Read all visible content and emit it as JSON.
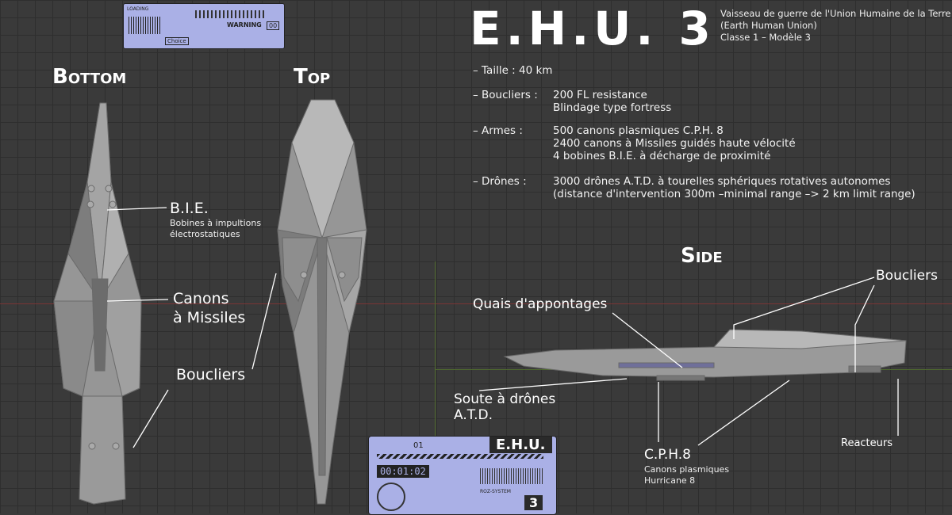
{
  "header": {
    "title": "E.H.U. 3",
    "subtitle_lines": [
      "Vaisseau de guerre de l'Union Humaine de la Terre",
      "(Earth Human Union)",
      "Classe 1 – Modèle 3"
    ]
  },
  "specs": {
    "taille": "– Taille : 40 km",
    "boucliers_key": "– Boucliers :",
    "boucliers_lines": [
      "200 FL resistance",
      "Blindage type fortress"
    ],
    "armes_key": "– Armes :",
    "armes_lines": [
      "500   canons plasmiques C.P.H. 8",
      "2400 canons à Missiles guidés haute vélocité",
      "4 bobines B.I.E. à décharge de proximité"
    ],
    "drones_key": "– Drônes :",
    "drones_lines": [
      "3000 drônes A.T.D. à tourelles sphériques rotatives autonomes",
      "(distance d'intervention 300m –minimal range –> 2 km limit range)"
    ]
  },
  "views": {
    "bottom": "Bottom",
    "top": "Top",
    "side": "Side"
  },
  "labels": {
    "bie_title": "B.I.E.",
    "bie_desc": [
      "Bobines à impultions",
      "électrostatiques"
    ],
    "canons_missiles": [
      "Canons",
      "à Missiles"
    ],
    "boucliers_left": "Boucliers",
    "quais": "Quais d'appontages",
    "boucliers_side": "Boucliers",
    "soute": [
      "Soute à drônes",
      "A.T.D."
    ],
    "cph_title": "C.P.H.8",
    "cph_desc": [
      "Canons plasmiques",
      "Hurricane 8"
    ],
    "reacteurs": "Reacteurs"
  },
  "panels": {
    "top_panel": {
      "texts": [
        "WARNING",
        "Choice",
        "LOADING",
        "00"
      ]
    },
    "bottom_panel": {
      "id": "01",
      "name": "E.H.U.",
      "timer": "00:01:02",
      "number": "3",
      "system": "ROZ-SYSTEM"
    }
  },
  "colors": {
    "background": "#3a3a3a",
    "panel": "#aab0e6",
    "ship": "#8a8a8a"
  }
}
